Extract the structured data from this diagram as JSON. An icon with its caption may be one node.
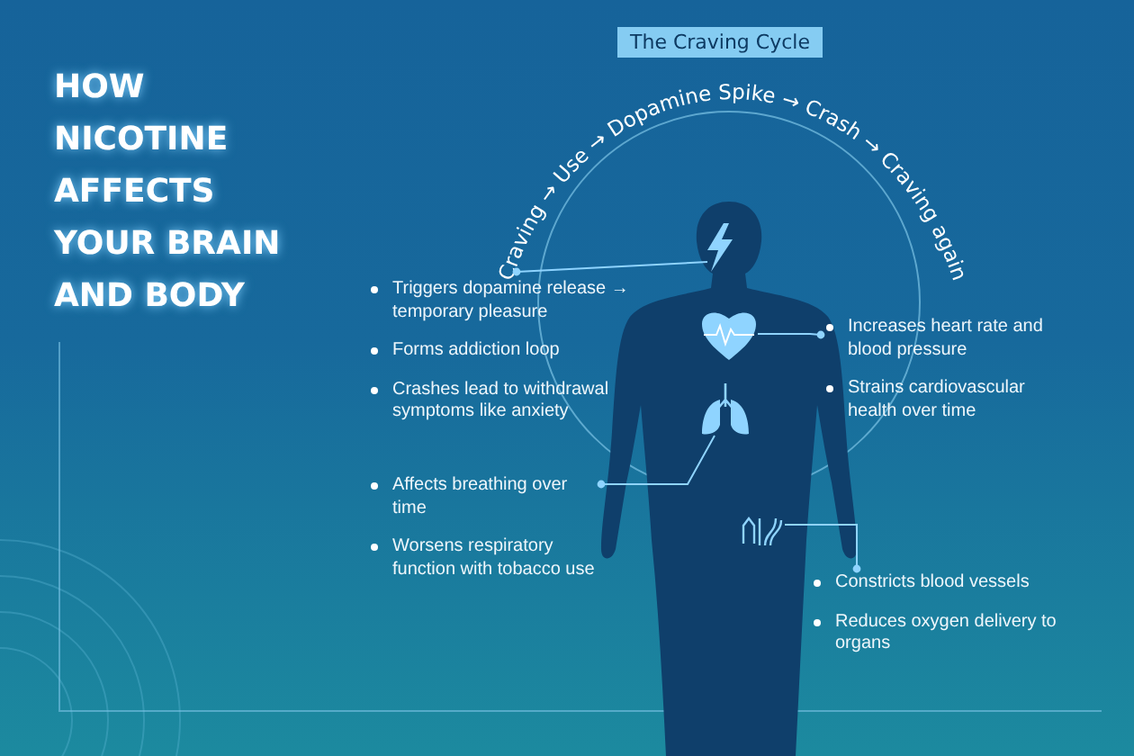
{
  "diagram": {
    "title": "HOW NICOTINE AFFECTS YOUR BRAIN AND BODY",
    "nodes": [
      {
        "text": [],
        "shape": "picture"
      },
      {
        "text": [
          "Triggers dopamine release → temporary pleasure",
          "Forms addiction loop",
          "Crashes lead to withdrawal symptoms like anxiety"
        ]
      },
      {
        "text": [],
        "shape": "picture"
      },
      {
        "text": [
          "Increases heart rate and blood pressure",
          "Strains cardiovascular health over time"
        ]
      },
      {
        "text": [],
        "shape": "picture"
      },
      {
        "text": [
          "Affects breathing over time",
          "Worsens respiratory function with tobacco use"
        ]
      },
      {
        "text": [],
        "shape": "picture"
      },
      {
        "text": [
          "Constricts blood vessels",
          "Reduces oxygen delivery to organs"
        ]
      }
    ],
    "edges": [
      {
        "from": 1,
        "to": 0,
        "arrow": "other"
      },
      {
        "from": 3,
        "to": 2,
        "arrow": "other"
      },
      {
        "from": 5,
        "to": 4,
        "arrow": "other"
      },
      {
        "from": 7,
        "to": 6,
        "arrow": "other"
      }
    ],
    "labels": [
      "The Craving Cycle",
      "Craving → Use → Dopamine Spike → Crash → Craving again"
    ]
  }
}
